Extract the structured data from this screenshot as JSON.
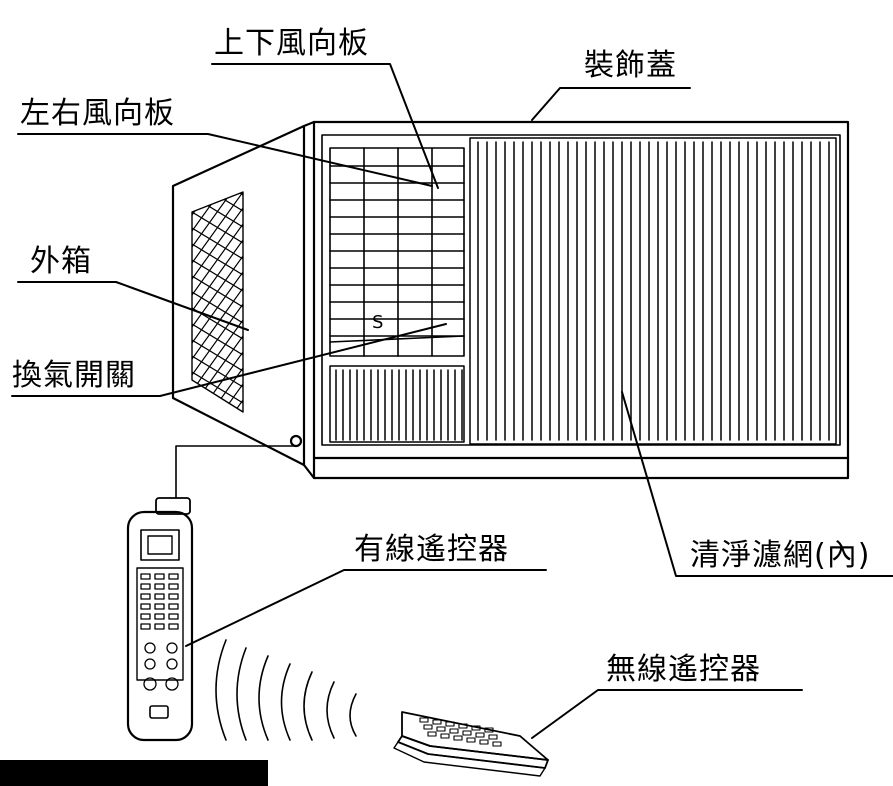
{
  "labels": {
    "updown_louver": "上下風向板",
    "decor_cover": "裝飾蓋",
    "leftright_louver": "左右風向板",
    "outer_case": "外箱",
    "vent_switch": "換氣開關",
    "wired_remote": "有線遙控器",
    "filter": "清淨濾網(內)",
    "wireless_remote": "無線遙控器"
  },
  "colors": {
    "line": "#000000",
    "background": "#ffffff"
  }
}
